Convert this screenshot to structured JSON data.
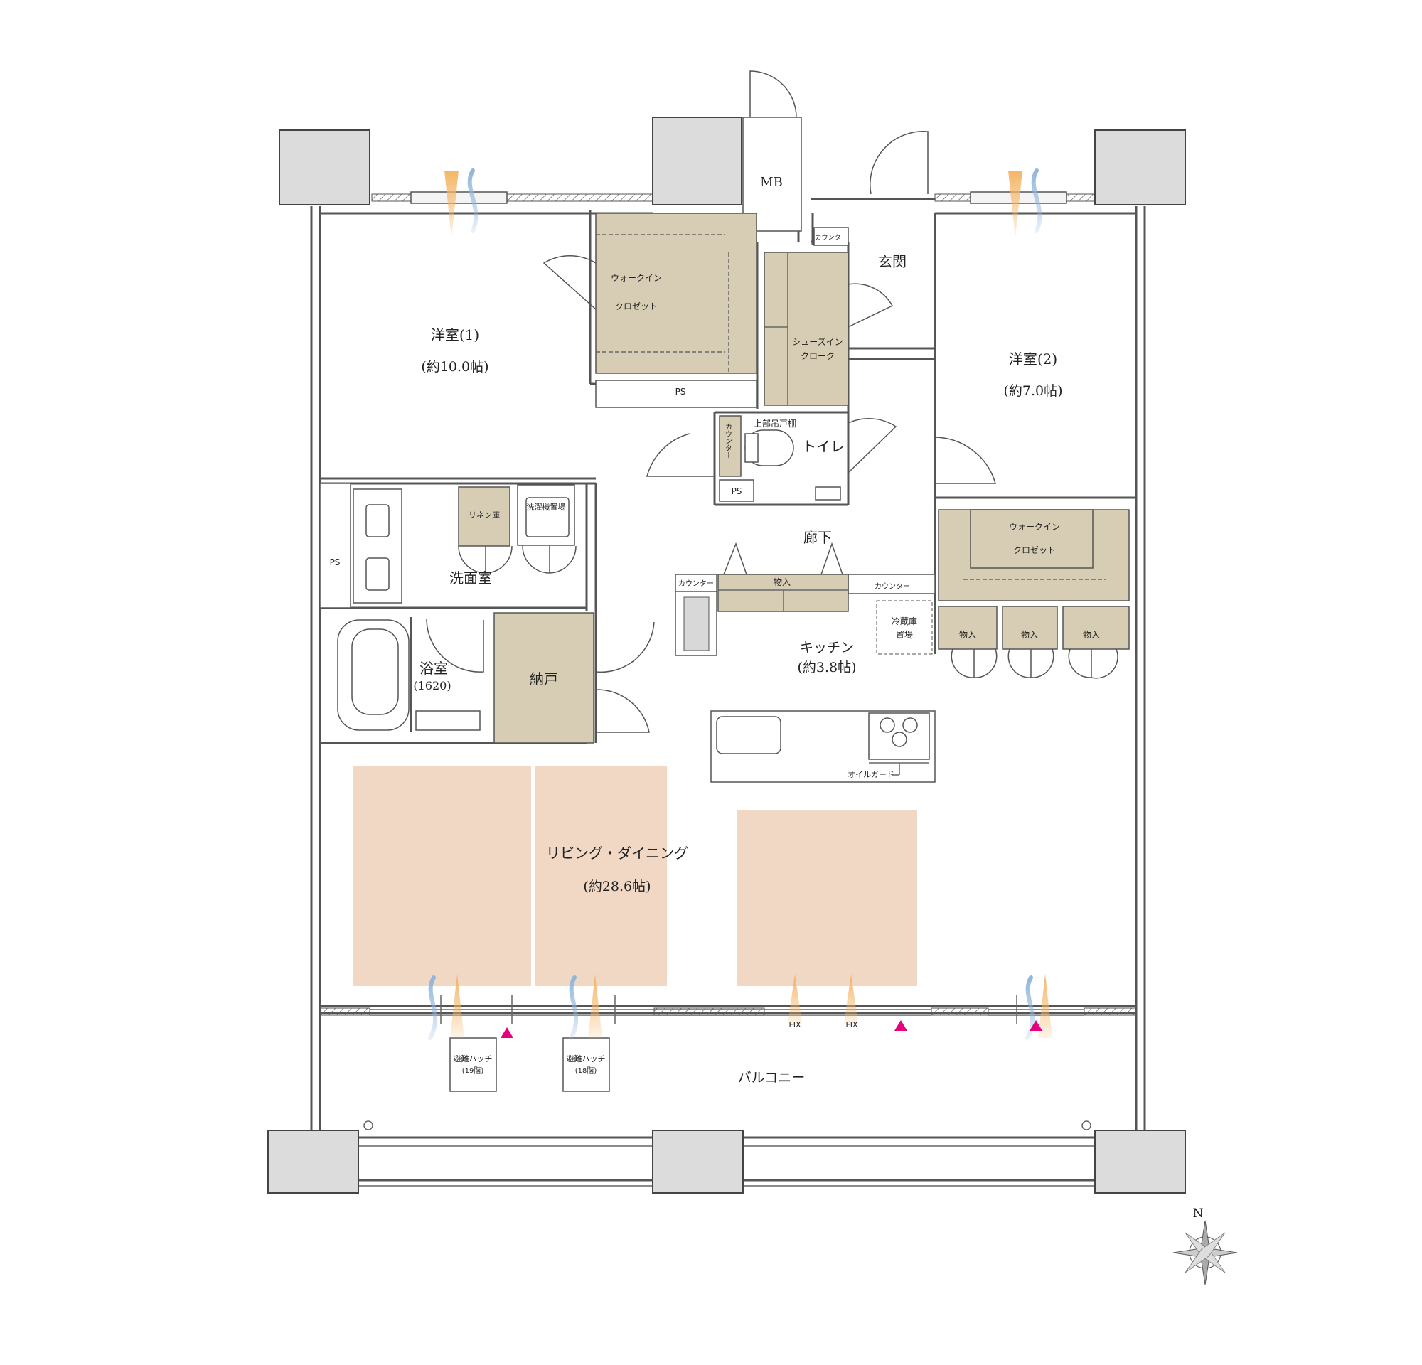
{
  "rooms": {
    "western1_name": "洋室(1)",
    "western1_size": "(約10.0帖)",
    "western2_name": "洋室(2)",
    "western2_size": "(約7.0帖)",
    "entrance": "玄関",
    "mb": "MB",
    "hallway": "廊下",
    "toilet": "トイレ",
    "washroom": "洗面室",
    "bathroom": "浴室",
    "bath_size": "(1620)",
    "storeroom": "納戸",
    "kitchen_name": "キッチン",
    "kitchen_size": "(約3.8帖)",
    "living_name": "リビング・ダイニング",
    "living_size": "(約28.6帖)",
    "balcony": "バルコニー"
  },
  "labels": {
    "walkin_line1": "ウォークイン",
    "walkin_line2": "クロゼット",
    "shoes_line1": "シューズイン",
    "shoes_line2": "クローク",
    "ps": "PS",
    "counter": "カウンター",
    "counter_vertical": "カウンター",
    "upper_cabinet": "上部吊戸棚",
    "linen": "リネン庫",
    "washer": "洗濯機置場",
    "storage": "物入",
    "fridge_line1": "冷蔵庫",
    "fridge_line2": "置場",
    "oil_guard": "オイルガード",
    "fix": "FIX",
    "hatch_label": "避難ハッチ",
    "hatch_19": "(19階)",
    "hatch_18": "(18階)",
    "north": "N"
  },
  "colors": {
    "storage": "#d6cdb4",
    "floor_area": "#f1d8c5",
    "pillar": "#dcdcdc",
    "light_arrow": "#f5b566",
    "wind_arrow": "#8fb6dc",
    "marker": "#e6007e"
  }
}
